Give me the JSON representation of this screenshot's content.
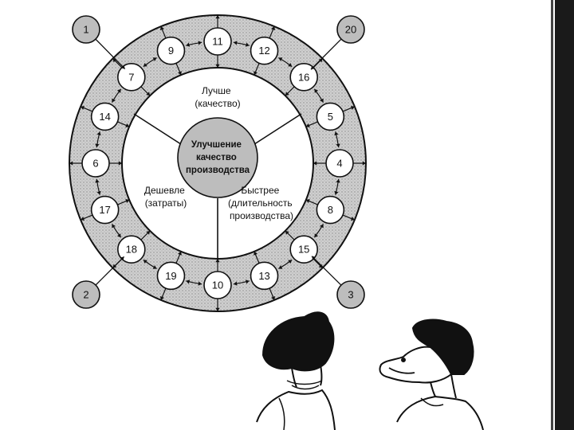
{
  "diagram": {
    "center": [
      "Улучшение",
      "качество",
      "производства"
    ],
    "sectors": {
      "top": [
        "Лучше",
        "(качество)"
      ],
      "left": [
        "Дешевле",
        "(затраты)"
      ],
      "right": [
        "Быстрее",
        "(длительность",
        "производства)"
      ]
    },
    "ring_nodes": [
      "11",
      "12",
      "16",
      "5",
      "4",
      "8",
      "15",
      "13",
      "10",
      "19",
      "18",
      "17",
      "6",
      "14",
      "7",
      "9"
    ],
    "corner_nodes": {
      "top_left": "1",
      "top_right": "20",
      "bottom_left": "2",
      "bottom_right": "3"
    }
  },
  "illustration": {
    "name": "two-people-looking-at-diagram"
  },
  "colors": {
    "ring_fill": "#c8c8c8",
    "line": "#111111",
    "node_fill": "#ffffff",
    "side_panel": "#1a1a1a"
  }
}
